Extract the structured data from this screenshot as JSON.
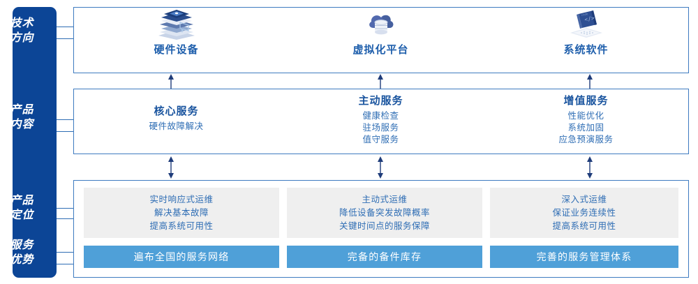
{
  "sidebar": {
    "color": "#0C4596",
    "labels": [
      {
        "name": "tech-direction",
        "line1": "技术",
        "line2": "方向"
      },
      {
        "name": "product-content",
        "line1": "产品",
        "line2": "内容"
      },
      {
        "name": "product-position",
        "line1": "产品",
        "line2": "定位"
      },
      {
        "name": "service-advantage",
        "line1": "服务",
        "line2": "优势"
      }
    ]
  },
  "tech": {
    "columns": [
      {
        "icon": "server-stack-icon",
        "title": "硬件设备"
      },
      {
        "icon": "cloud-database-icon",
        "title": "虚拟化平台"
      },
      {
        "icon": "laptop-code-icon",
        "title": "系统软件"
      }
    ]
  },
  "content": {
    "columns": [
      {
        "title": "核心服务",
        "items": [
          "硬件故障解决"
        ]
      },
      {
        "title": "主动服务",
        "items": [
          "健康检查",
          "驻场服务",
          "值守服务"
        ]
      },
      {
        "title": "增值服务",
        "items": [
          "性能优化",
          "系统加固",
          "应急预演服务"
        ]
      }
    ]
  },
  "bottom": {
    "cards": [
      {
        "lines": [
          "实时响应式运维",
          "解决基本故障",
          "提高系统可用性"
        ],
        "bar": "遍布全国的服务网络"
      },
      {
        "lines": [
          "主动式运维",
          "降低设备突发故障概率",
          "关键时间点的服务保障"
        ],
        "bar": "完备的备件库存"
      },
      {
        "lines": [
          "深入式运维",
          "保证业务连续性",
          "提高系统可用性"
        ],
        "bar": "完善的服务管理体系"
      }
    ]
  },
  "colors": {
    "sidebar_blue": "#0C4596",
    "box_border": "#3E7BC0",
    "title_blue": "#18539E",
    "text_blue": "#2E6DB4",
    "bar_blue": "#4FA0D8",
    "card_grey": "#EFEFEF",
    "arrow_navy": "#1F3C7A"
  },
  "arrows": {
    "up": [
      "arrow-up-icon",
      "arrow-up-icon",
      "arrow-up-icon"
    ],
    "both": [
      "arrow-updown-icon",
      "arrow-updown-icon",
      "arrow-updown-icon"
    ]
  }
}
